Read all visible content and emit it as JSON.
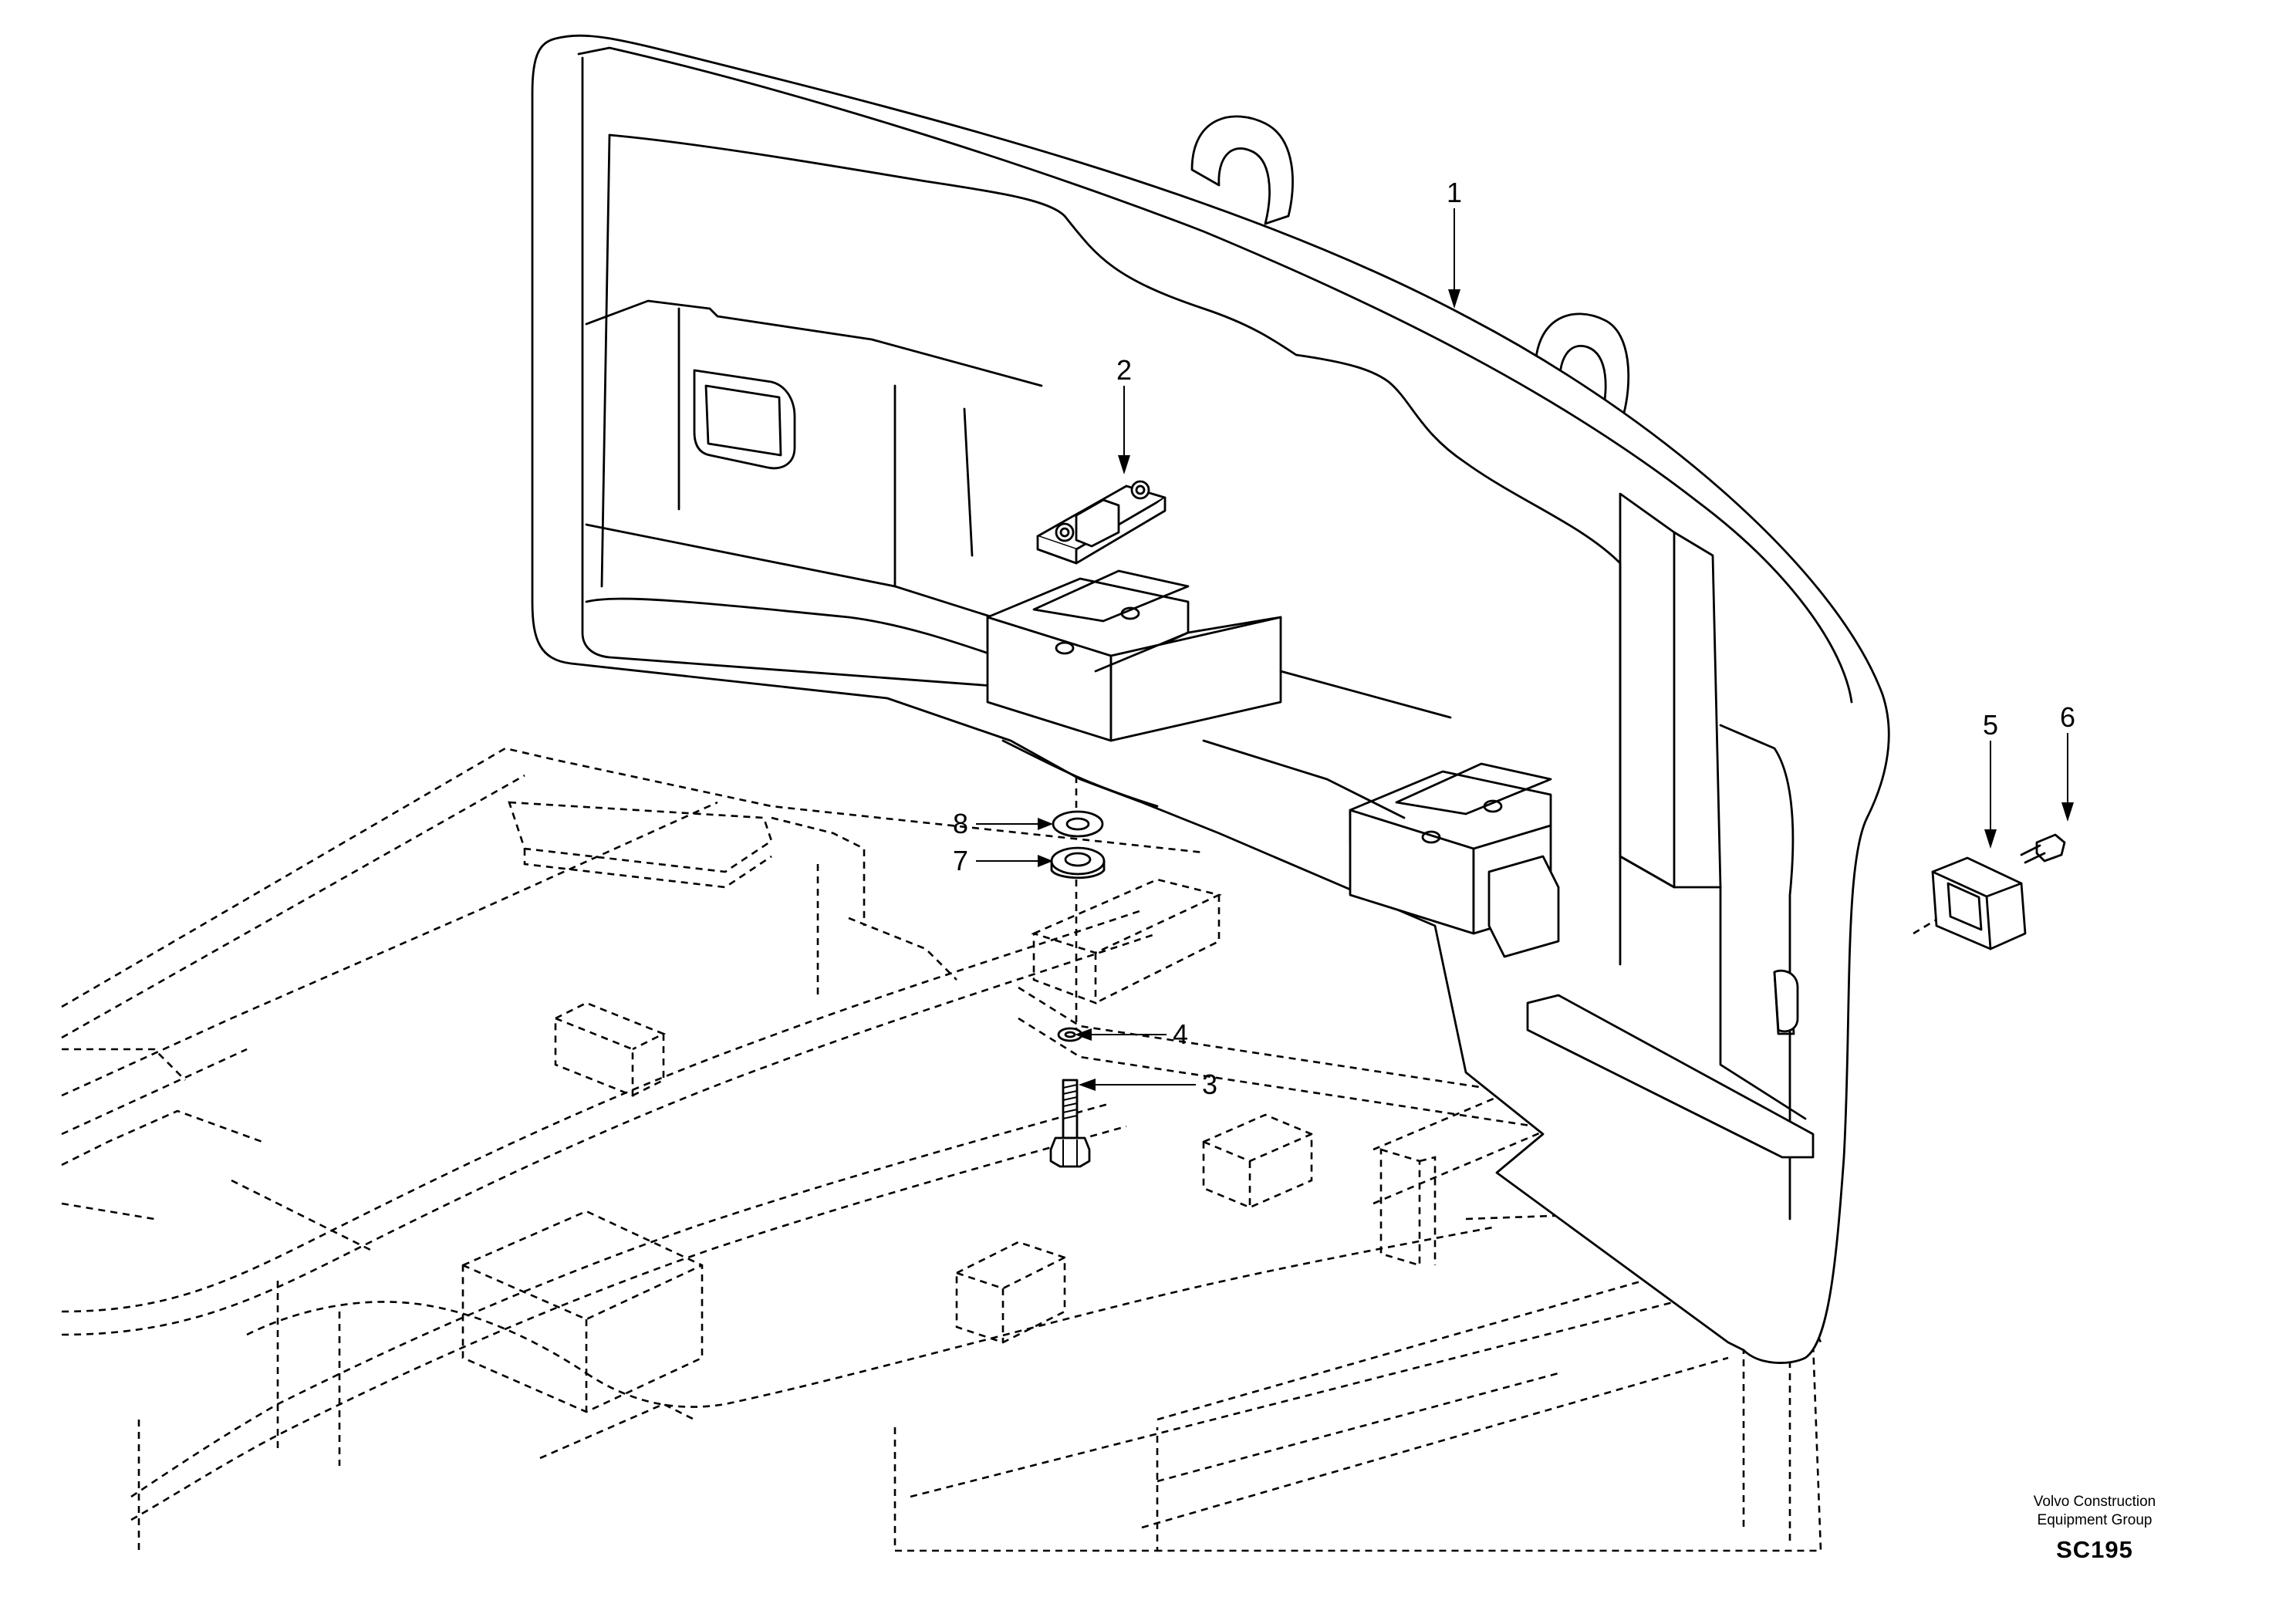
{
  "diagram": {
    "callouts": [
      {
        "id": "callout-1",
        "label": "1"
      },
      {
        "id": "callout-2",
        "label": "2"
      },
      {
        "id": "callout-3",
        "label": "3"
      },
      {
        "id": "callout-4",
        "label": "4"
      },
      {
        "id": "callout-5",
        "label": "5"
      },
      {
        "id": "callout-6",
        "label": "6"
      },
      {
        "id": "callout-7",
        "label": "7"
      },
      {
        "id": "callout-8",
        "label": "8"
      }
    ]
  },
  "credit": {
    "line1": "Volvo Construction",
    "line2": "Equipment Group",
    "code": "SC195"
  }
}
